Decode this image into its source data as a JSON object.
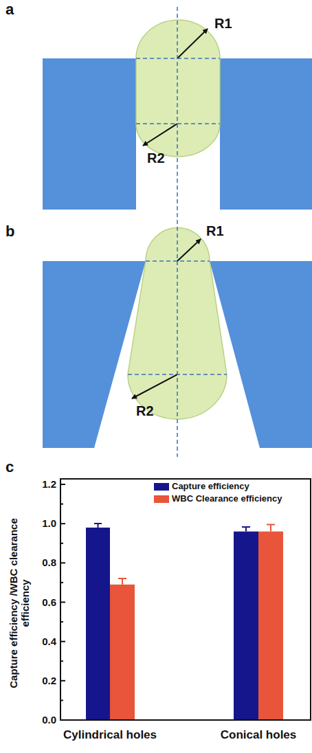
{
  "diagram": {
    "labels": [
      "a",
      "R1",
      "R2",
      "b",
      "R1",
      "R2",
      "c",
      "1.2",
      "1.0",
      "0.8",
      "0.6",
      "0.4",
      "0.2",
      "0.0",
      "Capture efficiency /WBC clearance efficiency",
      "Cylindrical holes",
      "Conical holes"
    ],
    "legend": [
      {
        "text": "Capture efficiency",
        "color": "#16168c"
      },
      {
        "text": "WBC Clearance efficiency",
        "color": "#e8553a"
      }
    ]
  }
}
